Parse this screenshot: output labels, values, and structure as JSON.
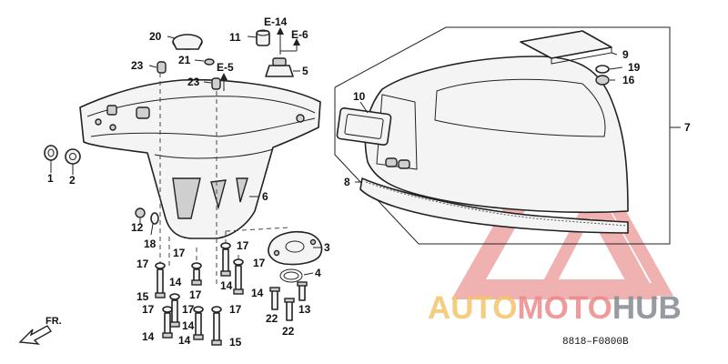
{
  "callouts": [
    "1",
    "2",
    "3",
    "4",
    "5",
    "6",
    "7",
    "8",
    "9",
    "10",
    "11",
    "12",
    "13",
    "14",
    "15",
    "16",
    "17",
    "18",
    "19",
    "20",
    "21",
    "22",
    "23"
  ],
  "refs": [
    "E-14",
    "E-6",
    "E-5"
  ],
  "direction_label": "FR.",
  "diagram_code": "8818–F0800B",
  "watermark": {
    "segments": [
      "AUTO",
      "MOTO",
      "HUB"
    ],
    "colors": [
      "#f5c56a",
      "#ee8a8a",
      "#8d9098"
    ],
    "icon": "triangle-logo-icon"
  }
}
